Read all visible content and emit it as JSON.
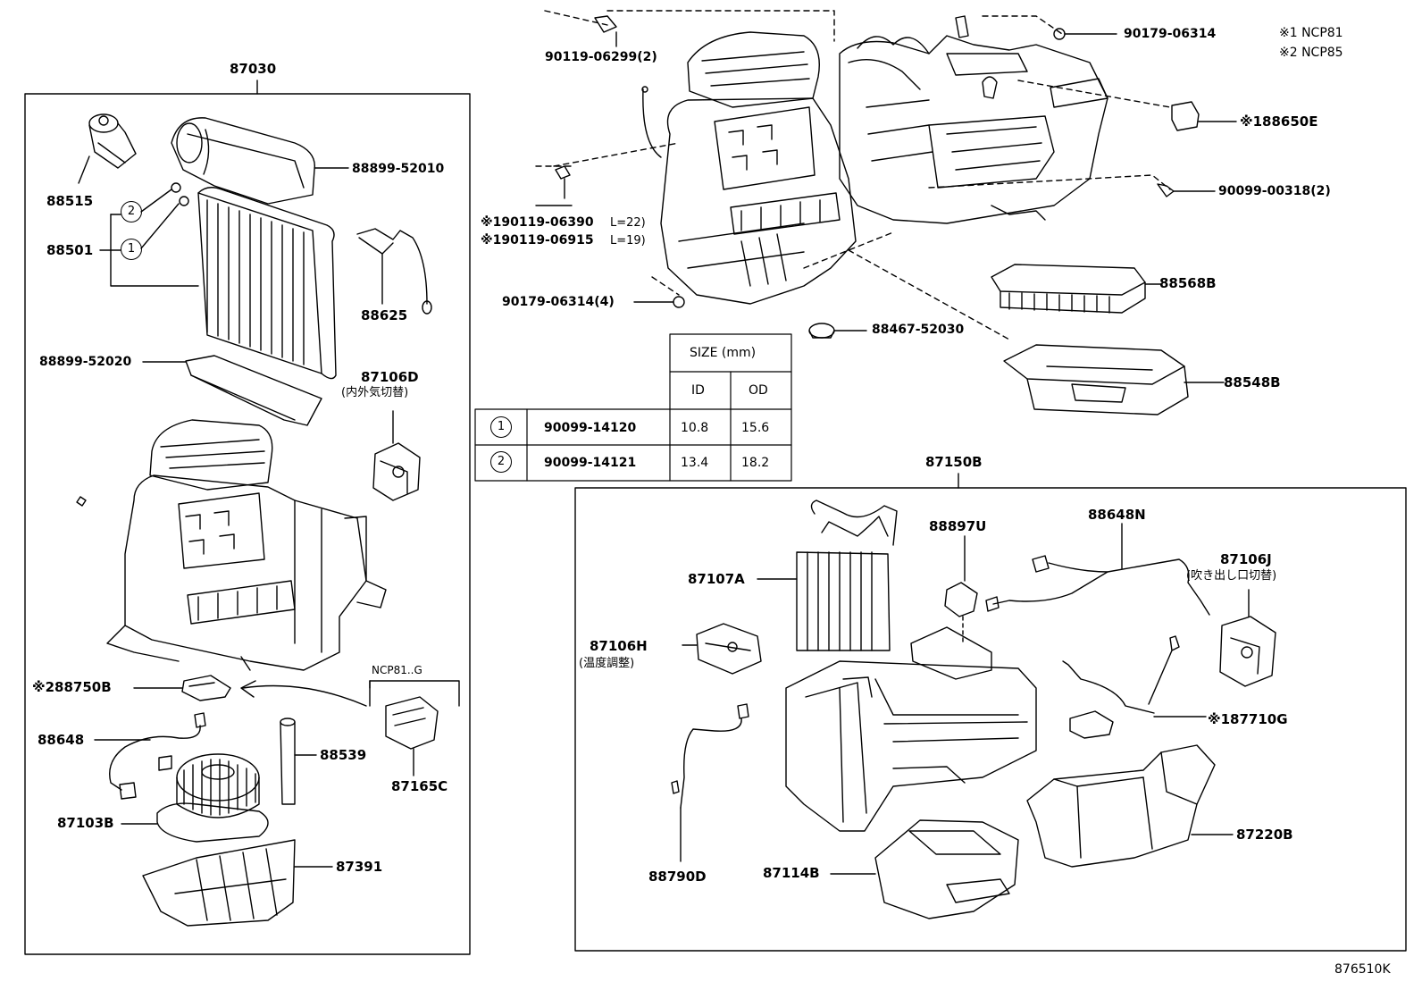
{
  "notes": {
    "ncp81": "※1 NCP81",
    "ncp85": "※2 NCP85"
  },
  "left_group": {
    "assembly": "87030",
    "parts": {
      "p88515": "88515",
      "p88501": "88501",
      "p88899_52010": "88899-52010",
      "p88625": "88625",
      "p88899_52020": "88899-52020",
      "p87106D": "87106D",
      "p87106D_note": "(内外気切替)",
      "p88750B": "※288750B",
      "p88648": "88648",
      "p88539": "88539",
      "p87103B": "87103B",
      "p87391": "87391",
      "p87165C": "87165C",
      "ncp81g": "NCP81..G"
    },
    "callouts": {
      "c1": "1",
      "c2": "2"
    }
  },
  "top_group": {
    "parts": {
      "p90119_06299": "90119-06299(2)",
      "p90179_06314_top": "90179-06314",
      "p88650E": "※188650E",
      "p90099_00318": "90099-00318(2)",
      "p90119_06390": "※190119-06390",
      "p90119_06390_len": "L=22)",
      "p90119_06915": "※190119-06915",
      "p90119_06915_len": "L=19)",
      "p90179_06314_4": "90179-06314(4)",
      "p88568B": "88568B",
      "p88467_52030": "88467-52030",
      "p88548B": "88548B"
    }
  },
  "size_table": {
    "header": "SIZE (mm)",
    "col_id": "ID",
    "col_od": "OD",
    "rows": [
      {
        "ref": "1",
        "part": "90099-14120",
        "id": "10.8",
        "od": "15.6"
      },
      {
        "ref": "2",
        "part": "90099-14121",
        "id": "13.4",
        "od": "18.2"
      }
    ]
  },
  "right_group": {
    "assembly": "87150B",
    "parts": {
      "p88897U": "88897U",
      "p88648N": "88648N",
      "p87106J": "87106J",
      "p87106J_note": "(吹き出し口切替)",
      "p87107A": "87107A",
      "p87106H": "87106H",
      "p87106H_note": "(温度調整)",
      "p87710G": "※187710G",
      "p87220B": "87220B",
      "p87114B": "87114B",
      "p88790D": "88790D"
    }
  },
  "figure_id": "876510K"
}
